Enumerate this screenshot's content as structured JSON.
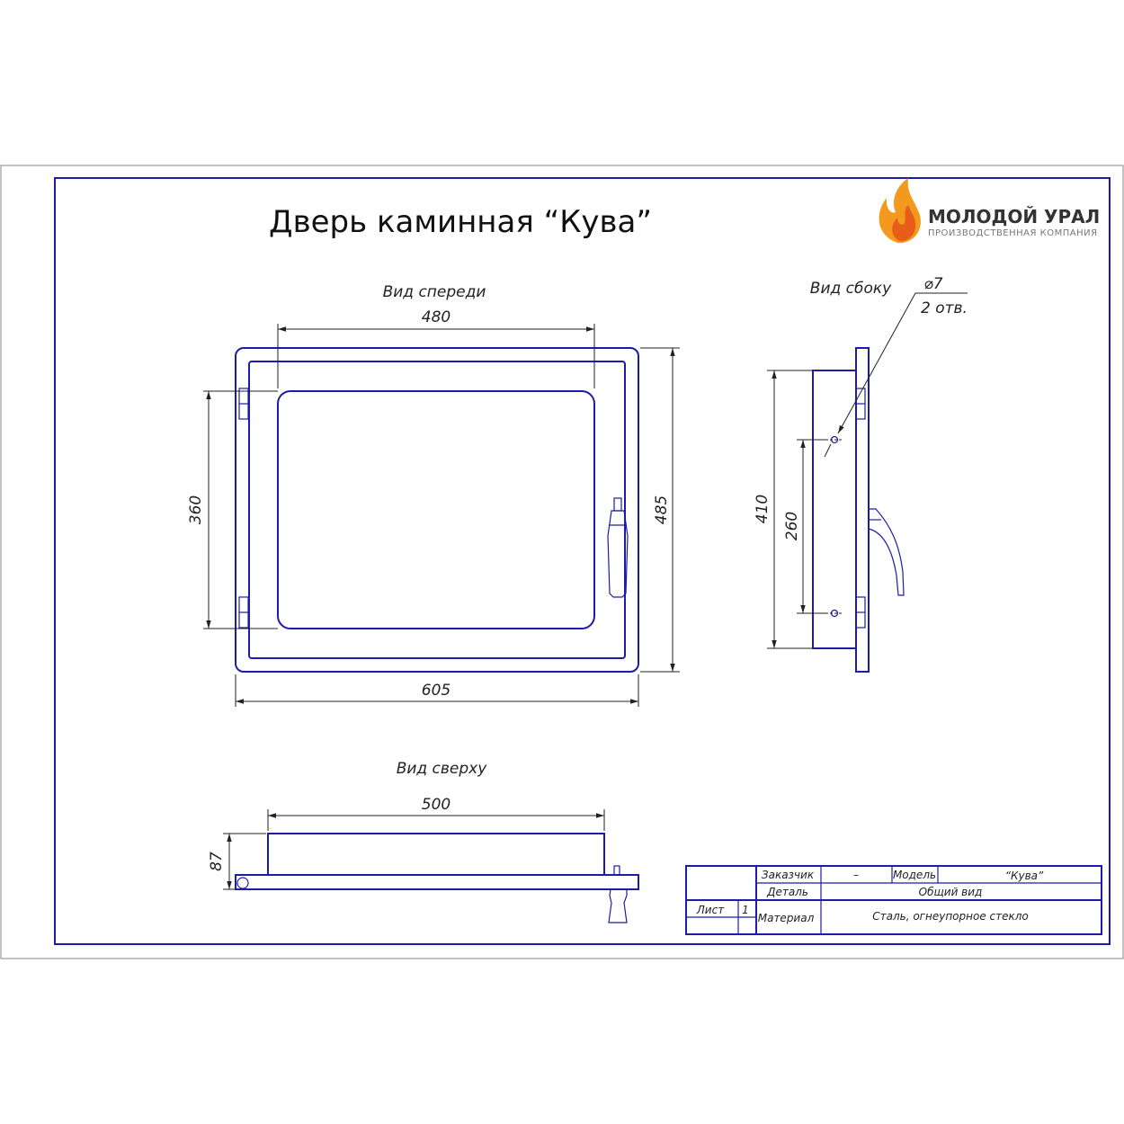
{
  "title": "Дверь каминная “Кува”",
  "logo": {
    "name": "МОЛОДОЙ УРАЛ",
    "subtitle": "ПРОИЗВОДСТВЕННАЯ КОМПАНИЯ",
    "flame_colors": [
      "#f39a1e",
      "#e85d1a"
    ],
    "icon": "flame-icon"
  },
  "views": {
    "front": {
      "label": "Вид спереди",
      "dims": {
        "glass_width": "480",
        "total_width": "605",
        "height": "485",
        "hinge_span": "360"
      }
    },
    "side": {
      "label": "Вид сбоку",
      "dims": {
        "body_height": "410",
        "holes_span": "260",
        "hole_diameter": "⌀7",
        "hole_count": "2 отв."
      }
    },
    "top": {
      "label": "Вид сверху",
      "dims": {
        "body_width": "500",
        "depth": "87"
      }
    }
  },
  "title_block": {
    "customer_label": "Заказчик",
    "customer_value": "–",
    "model_label": "Модель",
    "model_value": "“Кува”",
    "part_label": "Деталь",
    "part_value": "Общий вид",
    "sheet_label": "Лист",
    "sheet_value": "1",
    "material_label": "Материал",
    "material_value": "Сталь, огнеупорное стекло"
  },
  "colors": {
    "line": "#1c1ca8",
    "dimension": "#222222",
    "frame_outer": "#9a9a9a"
  }
}
